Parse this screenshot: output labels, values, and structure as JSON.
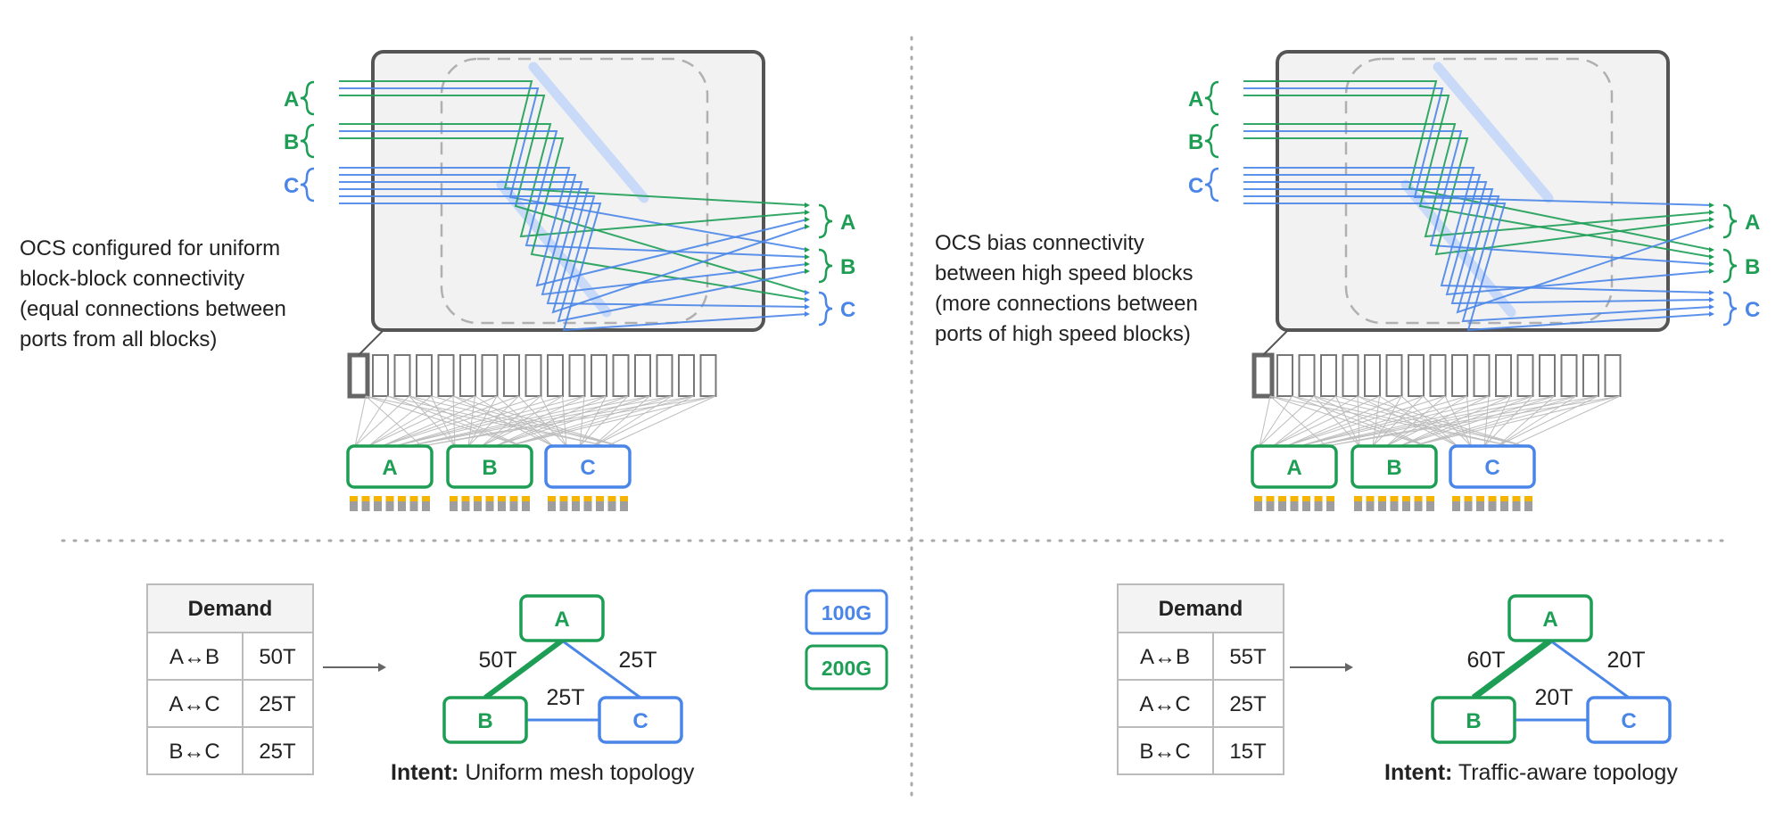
{
  "colors": {
    "green": "#1e9e55",
    "blue": "#4a86e8",
    "gray_box": "#f2f2f2",
    "outline": "#555555",
    "dash": "#b0b0b0",
    "port_gray": "#9e9e9e",
    "port_yellow": "#f4b400"
  },
  "legend": {
    "speed_100": "100G",
    "speed_200": "200G"
  },
  "panels": [
    {
      "id": "left",
      "ocs_caption": [
        "OCS configured for uniform",
        "block-block connectivity",
        "(equal connections between",
        "ports from all blocks)"
      ],
      "input_groups": [
        "A",
        "B",
        "C"
      ],
      "output_groups": [
        "A",
        "B",
        "C"
      ],
      "blocks": [
        "A",
        "B",
        "C"
      ],
      "demand": {
        "header": "Demand",
        "rows": [
          {
            "pair": "A↔B",
            "value": "50T"
          },
          {
            "pair": "A↔C",
            "value": "25T"
          },
          {
            "pair": "B↔C",
            "value": "25T"
          }
        ]
      },
      "topology": {
        "nodes": [
          "A",
          "B",
          "C"
        ],
        "edges": [
          {
            "pair": "A-B",
            "label": "50T"
          },
          {
            "pair": "A-C",
            "label": "25T"
          },
          {
            "pair": "B-C",
            "label": "25T"
          }
        ]
      },
      "intent": {
        "label": "Intent:",
        "text": "Uniform mesh topology"
      }
    },
    {
      "id": "right",
      "ocs_caption": [
        "OCS bias connectivity",
        "between high speed blocks",
        "(more connections between",
        "ports of high speed blocks)"
      ],
      "input_groups": [
        "A",
        "B",
        "C"
      ],
      "output_groups": [
        "A",
        "B",
        "C"
      ],
      "blocks": [
        "A",
        "B",
        "C"
      ],
      "demand": {
        "header": "Demand",
        "rows": [
          {
            "pair": "A↔B",
            "value": "55T"
          },
          {
            "pair": "A↔C",
            "value": "25T"
          },
          {
            "pair": "B↔C",
            "value": "15T"
          }
        ]
      },
      "topology": {
        "nodes": [
          "A",
          "B",
          "C"
        ],
        "edges": [
          {
            "pair": "A-B",
            "label": "60T"
          },
          {
            "pair": "A-C",
            "label": "20T"
          },
          {
            "pair": "B-C",
            "label": "20T"
          }
        ]
      },
      "intent": {
        "label": "Intent:",
        "text": "Traffic-aware topology"
      }
    }
  ]
}
